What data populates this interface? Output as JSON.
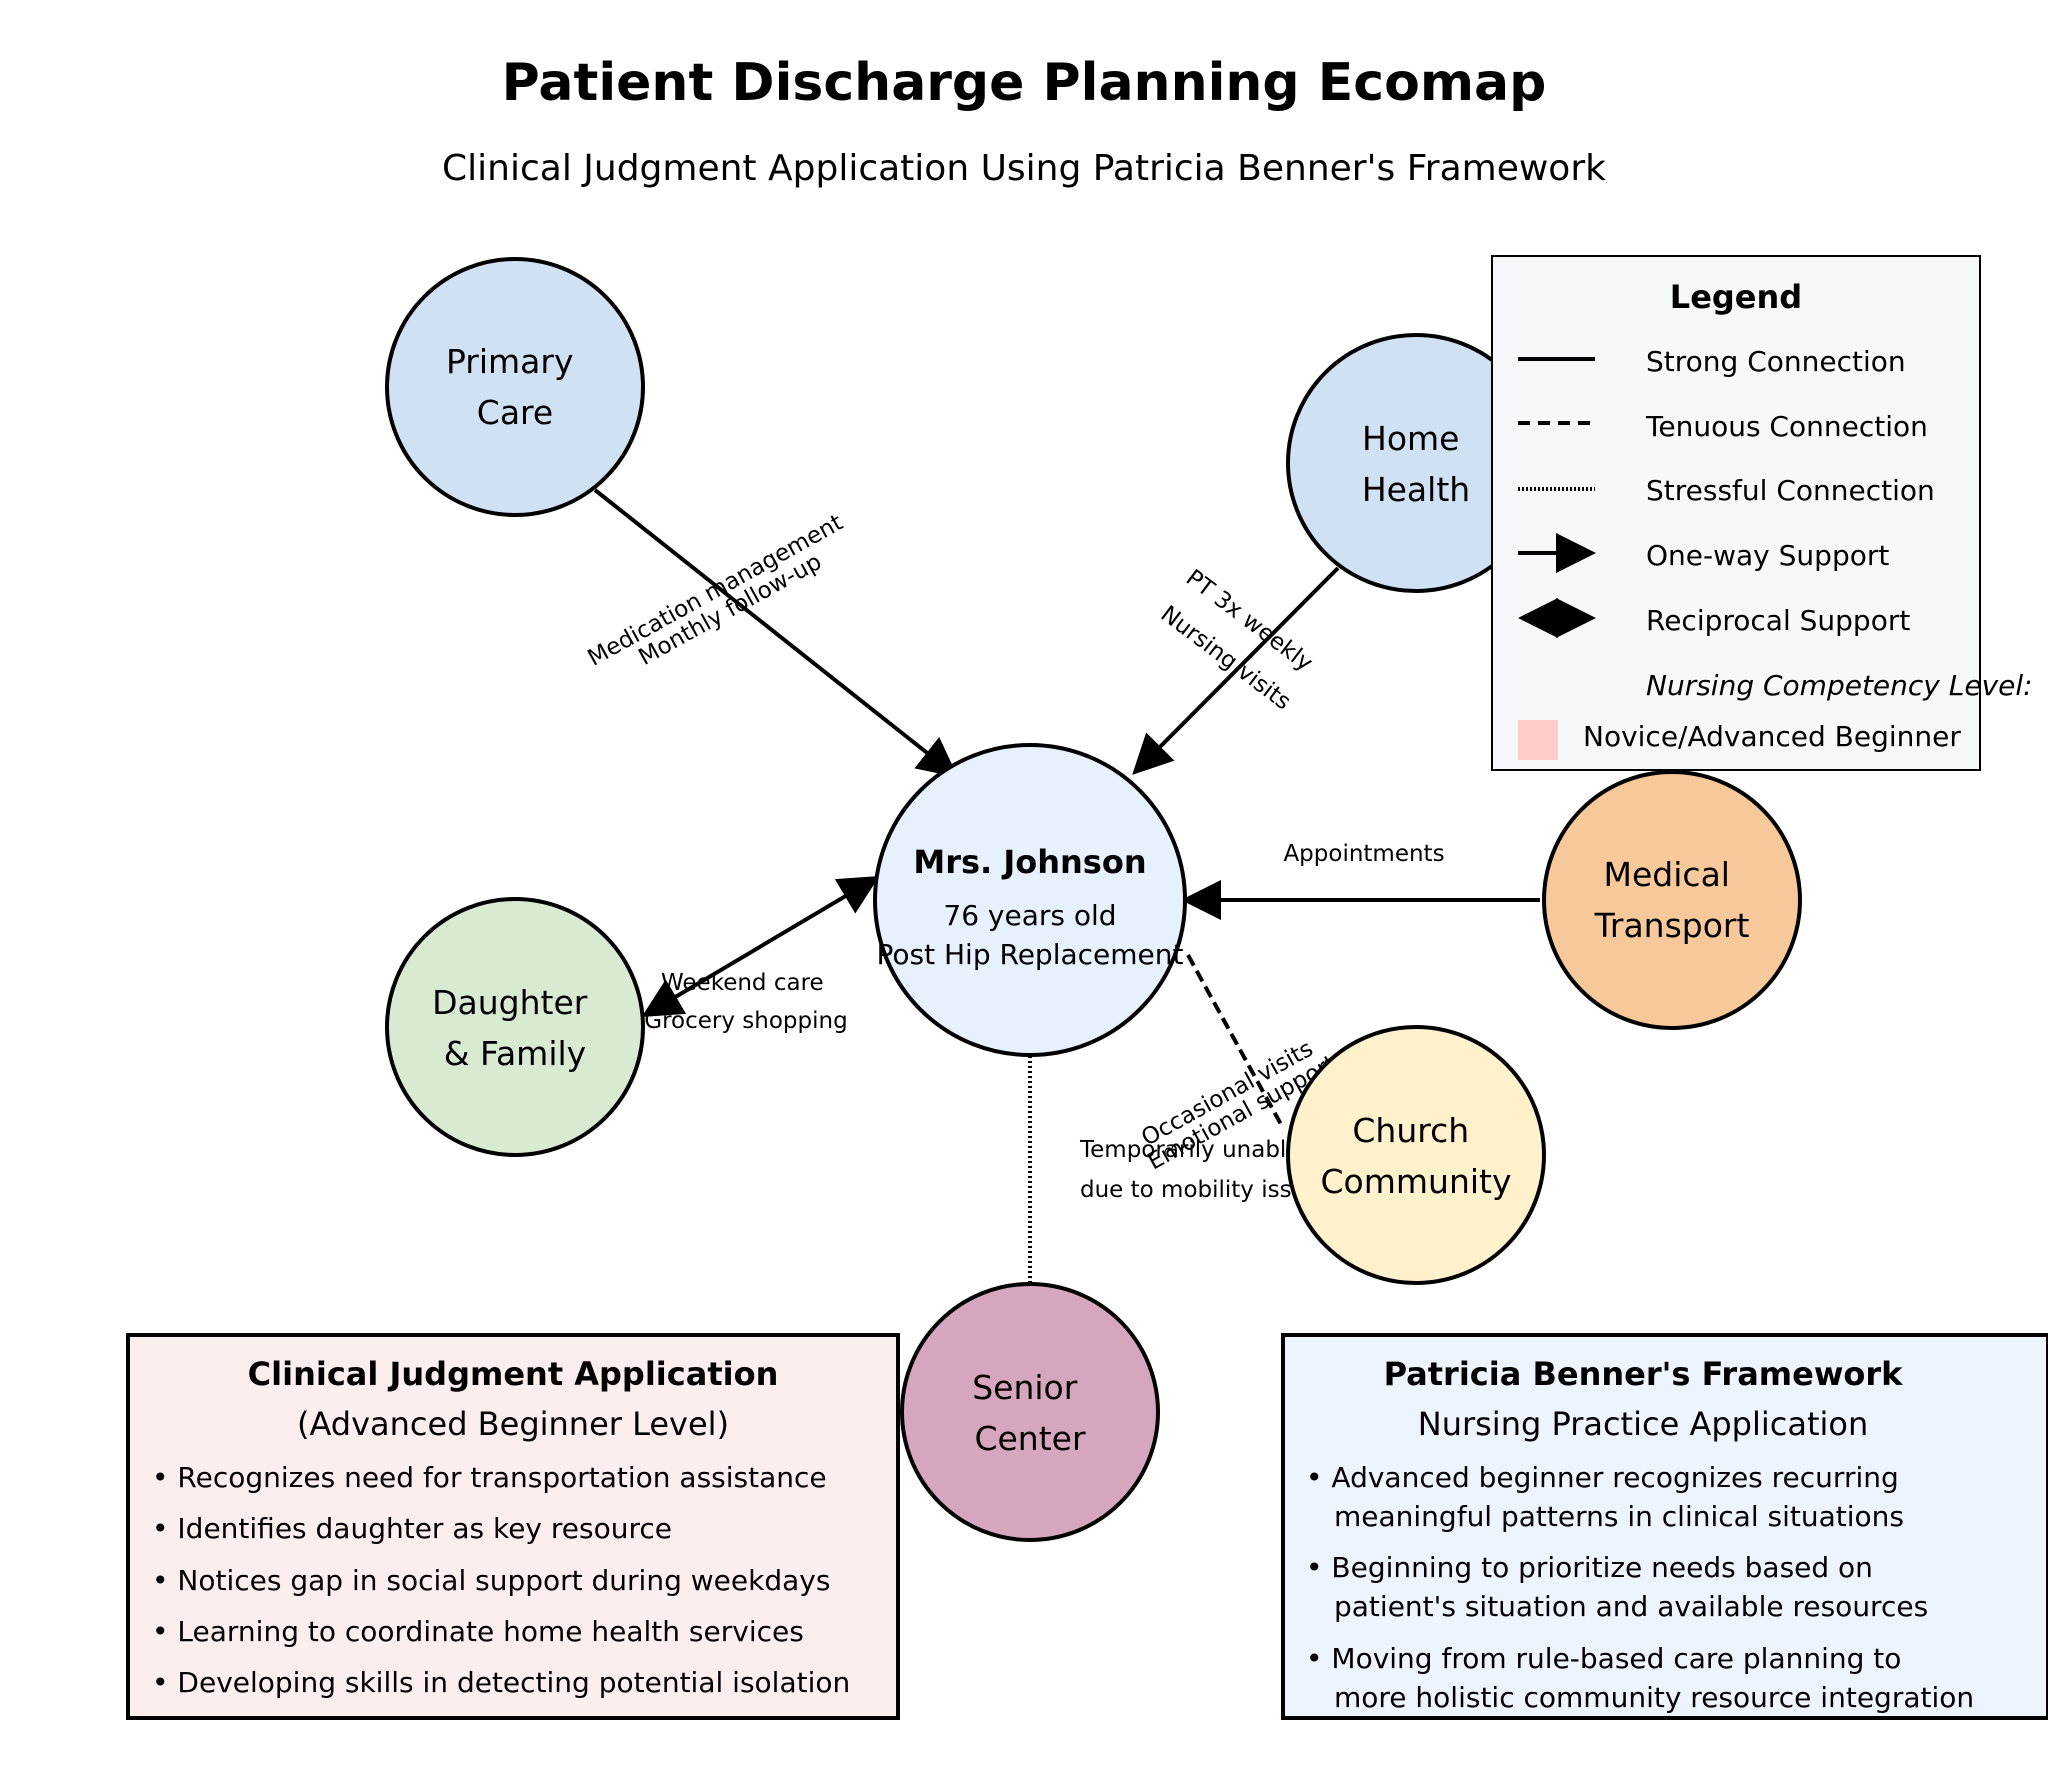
{
  "title": "Patient Discharge Planning Ecomap",
  "subtitle": "Clinical Judgment Application Using Patricia Benner's Framework",
  "center": {
    "name": "Mrs. Johnson",
    "age": "76 years old",
    "condition": "Post Hip Replacement",
    "fill": "#e6f1fd"
  },
  "nodes": {
    "primary_care": {
      "lines": [
        "Primary",
        "Care"
      ],
      "fill": "#cfe1f3"
    },
    "home_health": {
      "lines": [
        "Home",
        "Health"
      ],
      "fill": "#cfe1f3"
    },
    "medical_transport": {
      "lines": [
        "Medical",
        "Transport"
      ],
      "fill": "#f7c99a"
    },
    "daughter_family": {
      "lines": [
        "Daughter",
        "& Family"
      ],
      "fill": "#d9ead3"
    },
    "church_community": {
      "lines": [
        "Church",
        "Community"
      ],
      "fill": "#fff1cc"
    },
    "senior_center": {
      "lines": [
        "Senior",
        "Center"
      ],
      "fill": "#d5a6bd"
    }
  },
  "edges": {
    "primary_care": [
      "Medication management",
      "Monthly follow-up"
    ],
    "home_health": [
      "PT 3x weekly",
      "Nursing visits"
    ],
    "medical_transport": [
      "Appointments"
    ],
    "daughter_family": [
      "Weekend care",
      "Grocery shopping"
    ],
    "church_community": [
      "Occasional visits",
      "Emotional support"
    ],
    "senior_center": [
      "Temporarily unable to attend",
      "due to mobility issues"
    ]
  },
  "legend": {
    "title": "Legend",
    "strong": "Strong Connection",
    "tenuous": "Tenuous Connection",
    "stressful": "Stressful Connection",
    "one_way": "One-way Support",
    "reciprocal": "Reciprocal Support",
    "competency_heading": "Nursing Competency Level:",
    "competency_level": "Novice/Advanced Beginner",
    "competency_color": "#ffcccc"
  },
  "clinical_box": {
    "title": "Clinical Judgment Application",
    "subtitle": "(Advanced Beginner Level)",
    "items": [
      "• Recognizes need for transportation assistance",
      "• Identifies daughter as key resource",
      "• Notices gap in social support during weekdays",
      "• Learning to coordinate home health services",
      "• Developing skills in detecting potential isolation"
    ]
  },
  "benner_box": {
    "title": "Patricia Benner's Framework",
    "subtitle": "Nursing Practice Application",
    "lines": [
      "• Advanced beginner recognizes recurring",
      "meaningful patterns in clinical situations",
      "• Beginning to prioritize needs based on",
      "patient's situation and available resources",
      "• Moving from rule-based care planning to",
      "more holistic community resource integration"
    ]
  }
}
